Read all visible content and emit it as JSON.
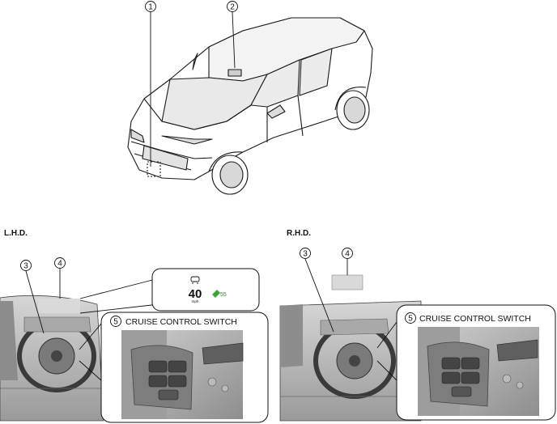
{
  "callouts": [
    "1",
    "2",
    "3",
    "4",
    "5"
  ],
  "sections": {
    "lhd": {
      "title": "L.H.D.",
      "switch_caption": "CRUISE CONTROL SWITCH"
    },
    "rhd": {
      "title": "R.H.D.",
      "switch_caption": "CRUISE CONTROL SWITCH"
    }
  },
  "hud": {
    "speed": "40",
    "unit": "mph",
    "set_speed": "55"
  }
}
